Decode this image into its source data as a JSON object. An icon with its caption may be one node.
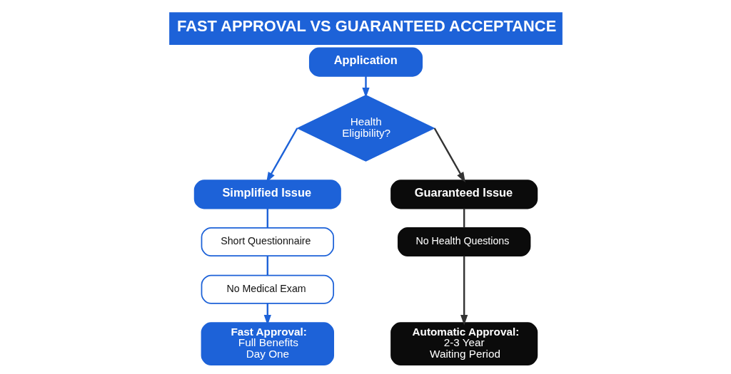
{
  "diagram": {
    "title": "FAST APPROVAL VS GUARANTEED ACCEPTANCE",
    "nodes": [
      {
        "text": [
          "Application"
        ]
      },
      {
        "text": [
          "Health Eligibility?"
        ]
      },
      {
        "text": [
          "Simplified Issue"
        ]
      },
      {
        "text": [
          "Guaranteed Issue"
        ]
      },
      {
        "text": [
          "Short Questionnaire"
        ]
      },
      {
        "text": [
          "No Health Questions"
        ]
      },
      {
        "text": [
          "No Medical Exam"
        ]
      },
      {
        "text": [
          "Fast Approval:",
          "Full Benefits Day One"
        ]
      },
      {
        "text": [
          "Automatic Approval:",
          "2-3 Year Waiting Period"
        ]
      }
    ],
    "edges": [
      {
        "from": 0,
        "to": 1,
        "arrow": "to"
      },
      {
        "from": 1,
        "to": 2,
        "arrow": "to"
      },
      {
        "from": 1,
        "to": 3,
        "arrow": "to",
        "color": "#333333"
      },
      {
        "from": 2,
        "to": 4,
        "arrow": "none"
      },
      {
        "from": 3,
        "to": 5,
        "arrow": "none",
        "color": "#333333"
      },
      {
        "from": 4,
        "to": 6,
        "arrow": "none"
      },
      {
        "from": 6,
        "to": 7,
        "arrow": "to"
      },
      {
        "from": 5,
        "to": 8,
        "arrow": "to",
        "color": "#333333"
      }
    ]
  }
}
